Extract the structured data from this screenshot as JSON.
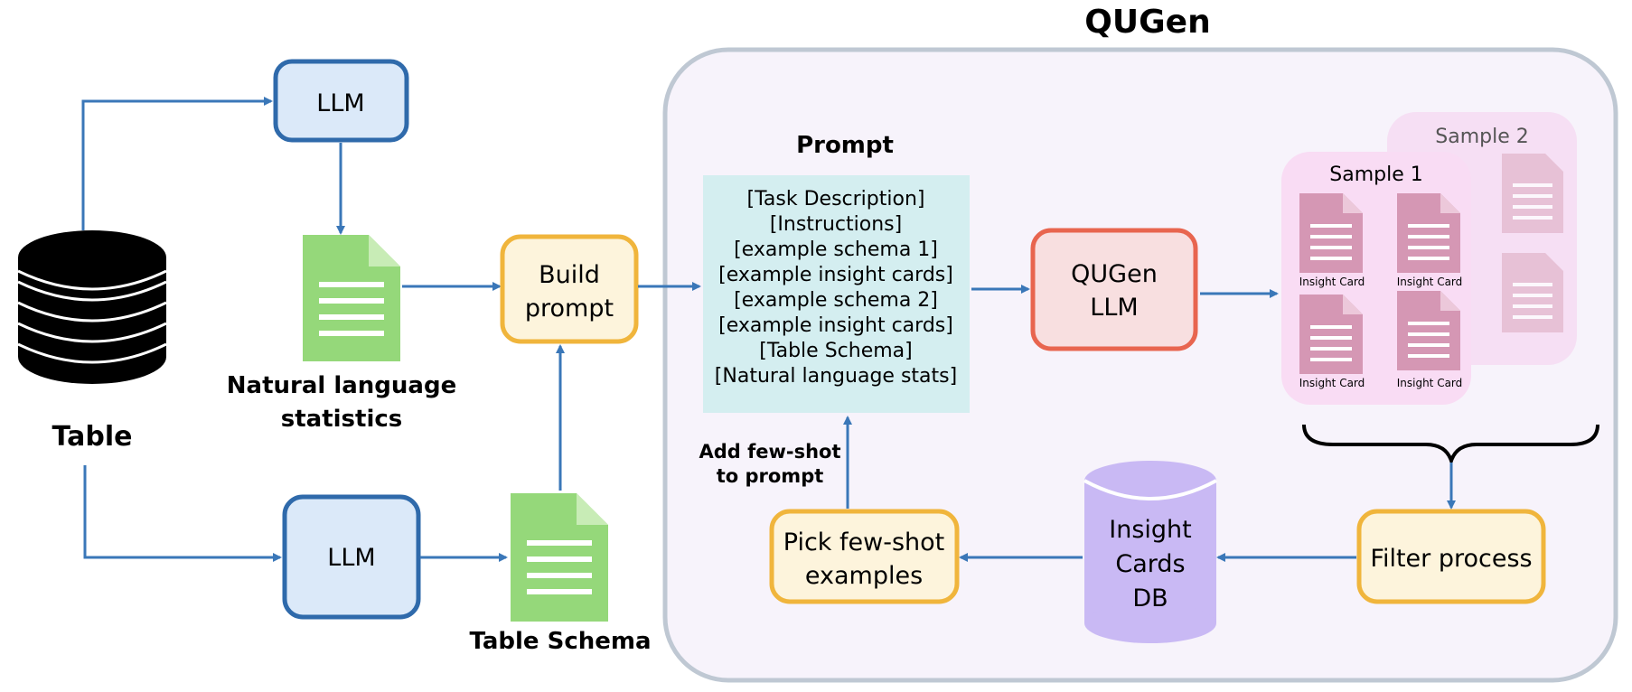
{
  "title": "QUGen",
  "table_label": "Table",
  "llm_top": "LLM",
  "llm_bottom": "LLM",
  "nl_stats_label": [
    "Natural language",
    "statistics"
  ],
  "table_schema_label": "Table Schema",
  "build_prompt": [
    "Build",
    "prompt"
  ],
  "prompt_title": "Prompt",
  "prompt_lines": [
    "[Task Description]",
    "[Instructions]",
    "[example schema 1]",
    "[example insight cards]",
    "[example schema 2]",
    "[example insight cards]",
    "[Table Schema]",
    "[Natural language stats]"
  ],
  "qugen_llm": [
    "QUGen",
    "LLM"
  ],
  "sample1": "Sample 1",
  "sample2": "Sample 2",
  "insight_card_label": "Insight Card",
  "filter_process": "Filter process",
  "db_label": [
    "Insight",
    "Cards",
    "DB"
  ],
  "pick_fewshot": [
    "Pick few-shot",
    "examples"
  ],
  "add_fewshot": [
    "Add few-shot",
    "to prompt"
  ],
  "colors": {
    "blue_stroke": "#2f6aab",
    "blue_fill": "#dbe9f9",
    "orange_stroke": "#f0b53c",
    "orange_fill": "#fdf4dc",
    "red_stroke": "#e8654f",
    "red_fill": "#f8dfe0",
    "green_doc": "#95d87a",
    "teal_prompt": "#d4eef0",
    "purple_db": "#c9b9f4",
    "pink_card": "#d597b4",
    "pink_card_light": "#e2b7cd",
    "container_fill": "#f7f3fb",
    "container_stroke": "#bfc8d3",
    "arrow": "#3a77b8"
  }
}
